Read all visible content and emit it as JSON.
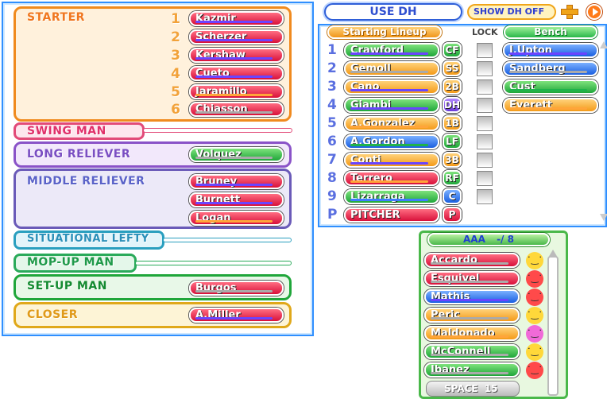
{
  "left_panel": {
    "starter": {
      "label": "STARTER",
      "rows": [
        {
          "num": "1",
          "name": "Kazmir"
        },
        {
          "num": "2",
          "name": "Scherzer"
        },
        {
          "num": "3",
          "name": "Kershaw"
        },
        {
          "num": "4",
          "name": "Cueto"
        },
        {
          "num": "5",
          "name": "Jaramillo"
        },
        {
          "num": "6",
          "name": "Chiasson"
        }
      ]
    },
    "swing_man": {
      "label": "SWING MAN"
    },
    "long_reliever": {
      "label": "LONG RELIEVER",
      "player": "Volquez"
    },
    "middle_reliever": {
      "label": "MIDDLE RELIEVER",
      "players": [
        "Bruney",
        "Burnett",
        "Logan"
      ]
    },
    "situational_lefty": {
      "label": "SITUATIONAL LEFTY"
    },
    "mop_up_man": {
      "label": "MOP-UP MAN"
    },
    "setup_man": {
      "label": "SET-UP MAN",
      "player": "Burgos"
    },
    "closer": {
      "label": "CLOSER",
      "player": "A.Miller"
    }
  },
  "top_bar": {
    "use_dh": "USE DH",
    "show_dh": "SHOW DH OFF"
  },
  "lineup": {
    "header": "Starting Lineup",
    "lock_label": "LOCK",
    "rows": [
      {
        "num": "1",
        "name": "Crawford",
        "pos": "CF"
      },
      {
        "num": "2",
        "name": "Gemoll",
        "pos": "SS"
      },
      {
        "num": "3",
        "name": "Cano",
        "pos": "2B"
      },
      {
        "num": "4",
        "name": "Giambi",
        "pos": "DH"
      },
      {
        "num": "5",
        "name": "A.Gonzalez",
        "pos": "1B"
      },
      {
        "num": "6",
        "name": "A.Gordon",
        "pos": "LF"
      },
      {
        "num": "7",
        "name": "Conti",
        "pos": "3B"
      },
      {
        "num": "8",
        "name": "Terrero",
        "pos": "RF"
      },
      {
        "num": "9",
        "name": "Lizarraga",
        "pos": "C"
      }
    ],
    "pitcher": {
      "num": "P",
      "name": "PITCHER",
      "pos": "P"
    }
  },
  "bench": {
    "header": "Bench",
    "players": [
      "J.Upton",
      "Sandberg",
      "Cust",
      "Everett"
    ]
  },
  "aaa": {
    "header": "AAA",
    "count": "-/ 8",
    "players": [
      "Accardo",
      "Esquivel",
      "Mathis",
      "Peric",
      "Maldonado",
      "McConnell",
      "Ibanez"
    ],
    "space_label": "SPACE",
    "space_value": "15"
  },
  "colors": {
    "starter": "#f08a1e",
    "swing": "#e24a78",
    "long": "#8a53c8",
    "middle": "#6a5ab8",
    "situational": "#2a9fbf",
    "mopup": "#2aaa5a",
    "setup": "#1fa63a",
    "closer": "#e0a81a"
  }
}
